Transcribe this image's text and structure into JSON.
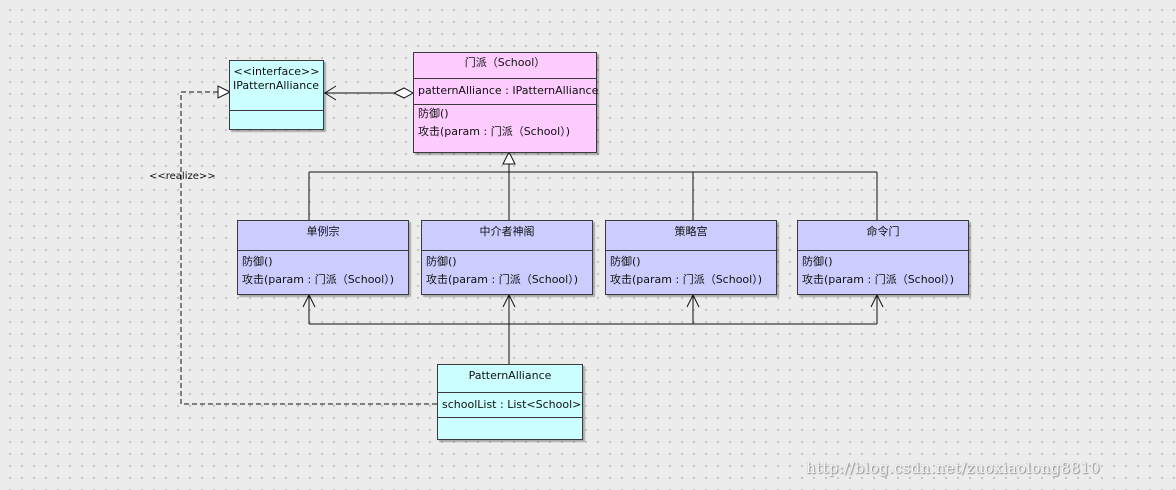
{
  "diagram": {
    "interface": {
      "stereotype": "<<interface>>",
      "name": "IPatternAlliance"
    },
    "school": {
      "name": "门派（School）",
      "attribute": "patternAlliance : IPatternAlliance",
      "methods": [
        "防御()",
        "攻击(param : 门派（School）)"
      ]
    },
    "subclasses": [
      {
        "name": "单例宗",
        "methods": [
          "防御()",
          "攻击(param : 门派（School）)"
        ]
      },
      {
        "name": "中介者神阁",
        "methods": [
          "防御()",
          "攻击(param : 门派（School）)"
        ]
      },
      {
        "name": "策略宫",
        "methods": [
          "防御()",
          "攻击(param : 门派（School）)"
        ]
      },
      {
        "name": "命令门",
        "methods": [
          "防御()",
          "攻击(param : 门派（School）)"
        ]
      }
    ],
    "alliance": {
      "name": "PatternAlliance",
      "attribute": "schoolList : List<School>"
    },
    "realize_label": "<<realize>>",
    "watermark": "http://blog.csdn.net/zuoxiaolong8810",
    "colors": {
      "interface_fill": "#ccffff",
      "school_fill": "#ffccff",
      "subclass_fill": "#ccccff",
      "alliance_fill": "#ccffff",
      "background": "#ececec"
    }
  }
}
